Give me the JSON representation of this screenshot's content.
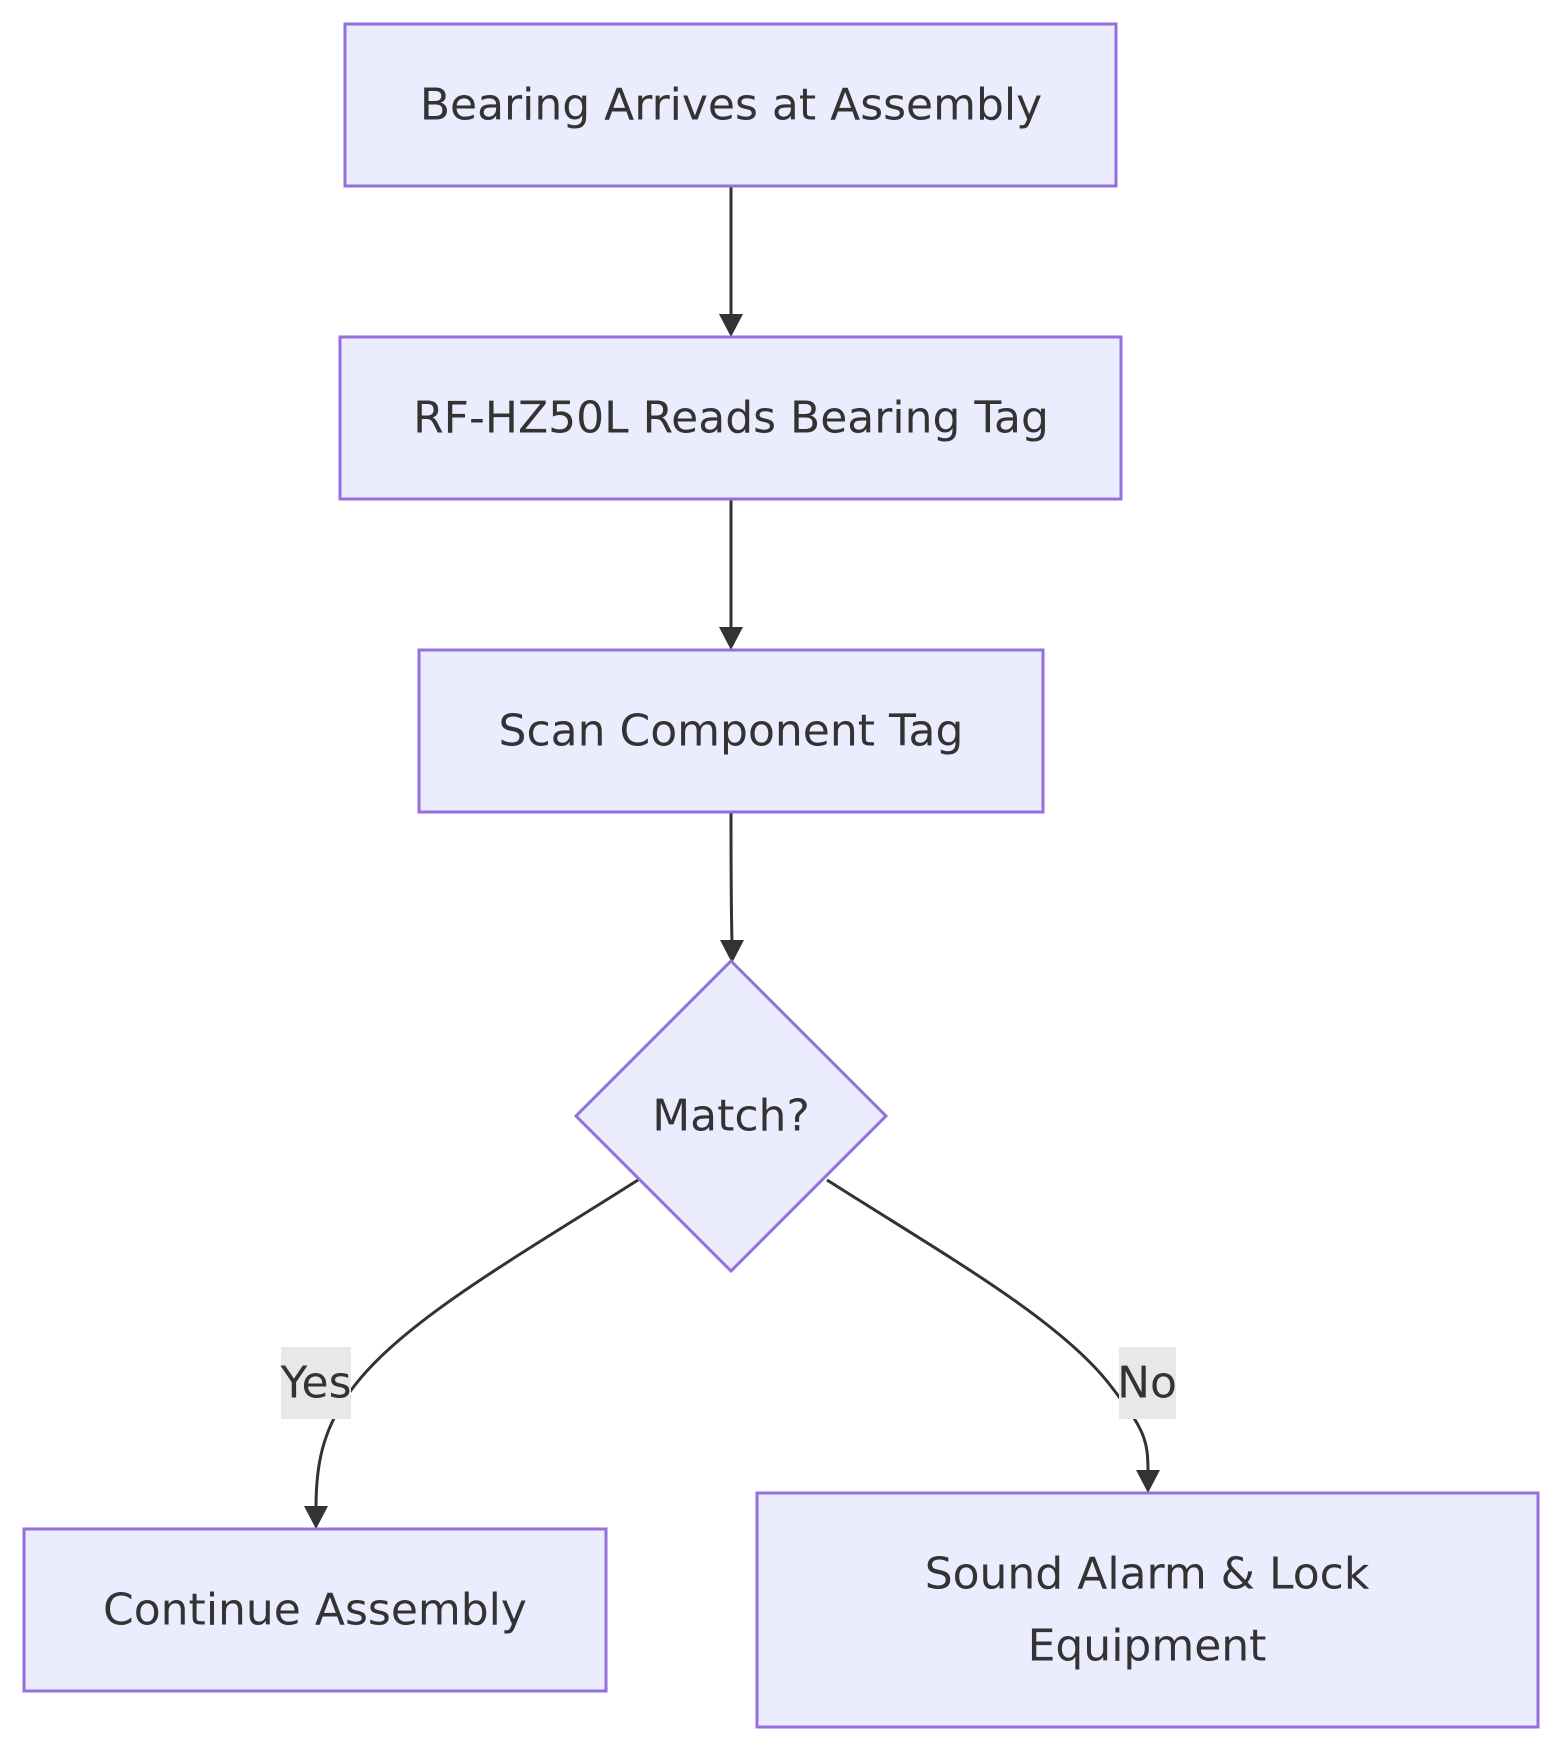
{
  "nodes": {
    "start": "Bearing Arrives at Assembly",
    "read": "RF-HZ50L Reads Bearing Tag",
    "scan": "Scan Component Tag",
    "decision": "Match?",
    "continue": "Continue Assembly",
    "alarm_line1": "Sound Alarm & Lock",
    "alarm_line2": "Equipment"
  },
  "edges": {
    "yes_label": "Yes",
    "no_label": "No"
  },
  "colors": {
    "node_fill": "#ECECFF",
    "node_stroke": "#9370DB",
    "edge": "#333333",
    "label_bg": "#E8E8E8",
    "text": "#333333"
  }
}
